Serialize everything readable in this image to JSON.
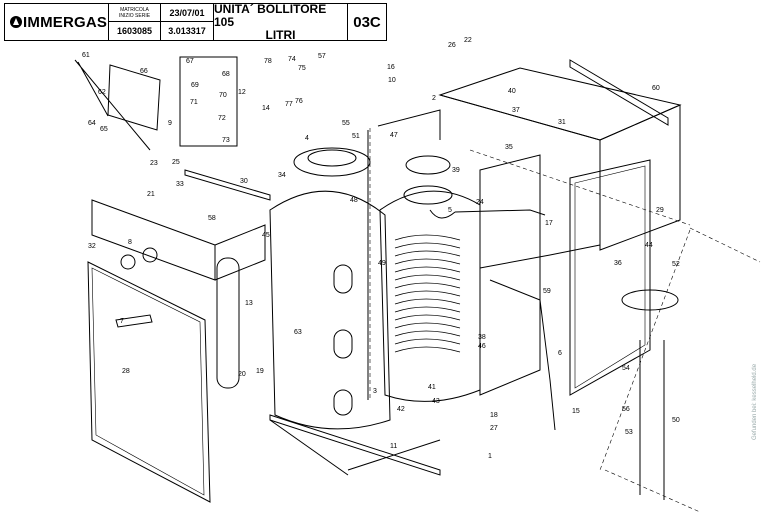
{
  "header": {
    "brand": "IMMERGAS",
    "matricola_label": [
      "MATRICOLA",
      "INIZIO SERIE"
    ],
    "date": "23/07/01",
    "serial": "1603085",
    "code": "3.013317",
    "title_line1": "UNITA´ BOLLITORE 105",
    "title_line2": "LITRI",
    "sheet_id": "03C"
  },
  "part_labels": [
    "1",
    "2",
    "3",
    "4",
    "5",
    "6",
    "7",
    "8",
    "9",
    "10",
    "11",
    "12",
    "13",
    "14",
    "15",
    "16",
    "17",
    "18",
    "19",
    "20",
    "21",
    "22",
    "23",
    "24",
    "25",
    "26",
    "27",
    "28",
    "29",
    "30",
    "31",
    "32",
    "33",
    "34",
    "35",
    "36",
    "37",
    "38",
    "39",
    "40",
    "41",
    "42",
    "43",
    "44",
    "45",
    "46",
    "47",
    "48",
    "49",
    "50",
    "51",
    "52",
    "53",
    "54",
    "55",
    "56",
    "57",
    "58",
    "59",
    "60",
    "61",
    "62",
    "63",
    "64",
    "65",
    "66",
    "67",
    "68",
    "69",
    "70",
    "71",
    "72",
    "73",
    "74",
    "75",
    "76",
    "77",
    "78"
  ],
  "side_note": "Gefunden bei: kesselheld.de"
}
